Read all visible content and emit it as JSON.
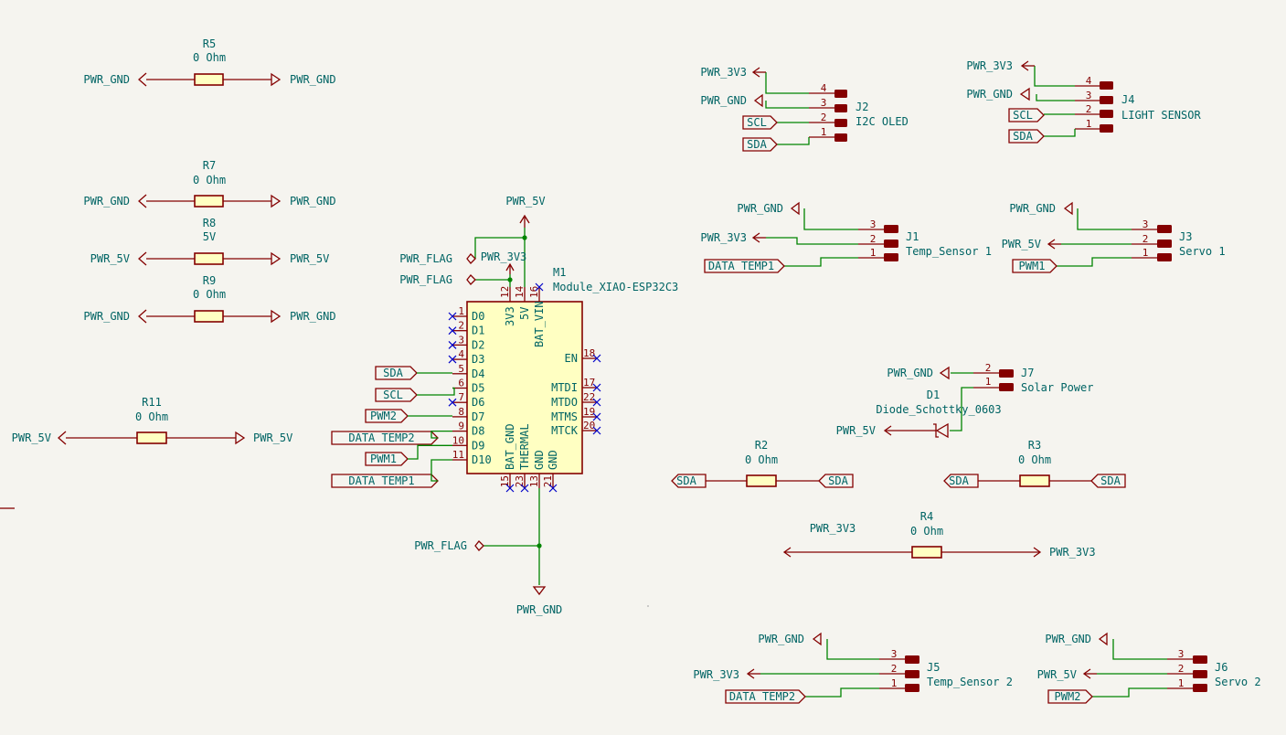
{
  "colors": {
    "background": "#f5f4ef",
    "wire": "#008400",
    "symbol": "#840000",
    "body_fill": "#ffffc2",
    "text": "#006464",
    "pin_num": "#840000",
    "no_connect": "#0000c8",
    "junction": "#008400"
  },
  "resistors": [
    {
      "ref": "R5",
      "value": "0 Ohm",
      "left_net": "PWR_GND",
      "right_net": "PWR_GND"
    },
    {
      "ref": "R7",
      "value": "0 Ohm",
      "left_net": "PWR_GND",
      "right_net": "PWR_GND"
    },
    {
      "ref": "R8",
      "value": "5V",
      "left_net": "PWR_5V",
      "right_net": "PWR_5V"
    },
    {
      "ref": "R9",
      "value": "0 Ohm",
      "left_net": "PWR_GND",
      "right_net": "PWR_GND"
    },
    {
      "ref": "R11",
      "value": "0 Ohm",
      "left_net": "PWR_5V",
      "right_net": "PWR_5V"
    },
    {
      "ref": "R2",
      "value": "0 Ohm",
      "left_net": "SDA",
      "right_net": "SDA"
    },
    {
      "ref": "R3",
      "value": "0 Ohm",
      "left_net": "SDA",
      "right_net": "SDA"
    },
    {
      "ref": "R4",
      "value": "0 Ohm",
      "left_net": "PWR_3V3",
      "right_net": "PWR_3V3"
    }
  ],
  "module": {
    "ref": "M1",
    "value": "Module_XIAO-ESP32C3",
    "left_pins": [
      {
        "num": "1",
        "name": "D0"
      },
      {
        "num": "2",
        "name": "D1"
      },
      {
        "num": "3",
        "name": "D2"
      },
      {
        "num": "4",
        "name": "D3"
      },
      {
        "num": "5",
        "name": "D4"
      },
      {
        "num": "6",
        "name": "D5"
      },
      {
        "num": "7",
        "name": "D6"
      },
      {
        "num": "8",
        "name": "D7"
      },
      {
        "num": "9",
        "name": "D8"
      },
      {
        "num": "10",
        "name": "D9"
      },
      {
        "num": "11",
        "name": "D10"
      }
    ],
    "right_pins": [
      {
        "num": "18",
        "name": "EN"
      },
      {
        "num": "17",
        "name": "MTDI"
      },
      {
        "num": "22",
        "name": "MTDO"
      },
      {
        "num": "19",
        "name": "MTMS"
      },
      {
        "num": "20",
        "name": "MTCK"
      }
    ],
    "top_pins": [
      {
        "num": "12",
        "name": "3V3"
      },
      {
        "num": "14",
        "name": "5V"
      },
      {
        "num": "16",
        "name": "BAT_VIN"
      }
    ],
    "bottom_pins": [
      {
        "num": "15",
        "name": "BAT_GND"
      },
      {
        "num": "23",
        "name": "THERMAL"
      },
      {
        "num": "13",
        "name": "GND"
      },
      {
        "num": "21",
        "name": "GND"
      }
    ],
    "left_labels": [
      {
        "pin": "D4",
        "label": "SDA"
      },
      {
        "pin": "D5",
        "label": "SCL"
      },
      {
        "pin": "D7",
        "label": "PWM2"
      },
      {
        "pin": "D8",
        "label": "DATA TEMP2"
      },
      {
        "pin": "D9",
        "label": "PWM1"
      },
      {
        "pin": "D10",
        "label": "DATA TEMP1"
      }
    ],
    "top_net": "PWR_5V",
    "top_net_3v3": "PWR_3V3",
    "pwr_flag_1": "PWR_FLAG",
    "pwr_flag_2": "PWR_FLAG",
    "bottom_flag": "PWR_FLAG",
    "bottom_net": "PWR_GND"
  },
  "connectors": {
    "J2": {
      "ref": "J2",
      "value": "I2C OLED",
      "nets": {
        "4": "PWR_3V3",
        "3": "PWR_GND",
        "2": "SCL",
        "1": "SDA"
      }
    },
    "J4": {
      "ref": "J4",
      "value": "LIGHT SENSOR",
      "nets": {
        "4": "PWR_3V3",
        "3": "PWR_GND",
        "2": "SCL",
        "1": "SDA"
      }
    },
    "J1": {
      "ref": "J1",
      "value": "Temp_Sensor 1",
      "nets": {
        "3": "PWR_GND",
        "2": "PWR_3V3",
        "1": "DATA TEMP1"
      }
    },
    "J3": {
      "ref": "J3",
      "value": "Servo 1",
      "nets": {
        "3": "PWR_GND",
        "2": "PWR_5V",
        "1": "PWM1"
      }
    },
    "J7": {
      "ref": "J7",
      "value": "Solar Power",
      "nets": {
        "2": "PWR_GND"
      }
    },
    "J5": {
      "ref": "J5",
      "value": "Temp_Sensor 2",
      "nets": {
        "3": "PWR_GND",
        "2": "PWR_3V3",
        "1": "DATA TEMP2"
      }
    },
    "J6": {
      "ref": "J6",
      "value": "Servo 2",
      "nets": {
        "3": "PWR_GND",
        "2": "PWR_5V",
        "1": "PWM2"
      }
    }
  },
  "diode": {
    "ref": "D1",
    "value": "Diode_Schottky_0603",
    "net": "PWR_5V"
  },
  "pin_numbers": {
    "p1": "1",
    "p2": "2",
    "p3": "3",
    "p4": "4"
  }
}
